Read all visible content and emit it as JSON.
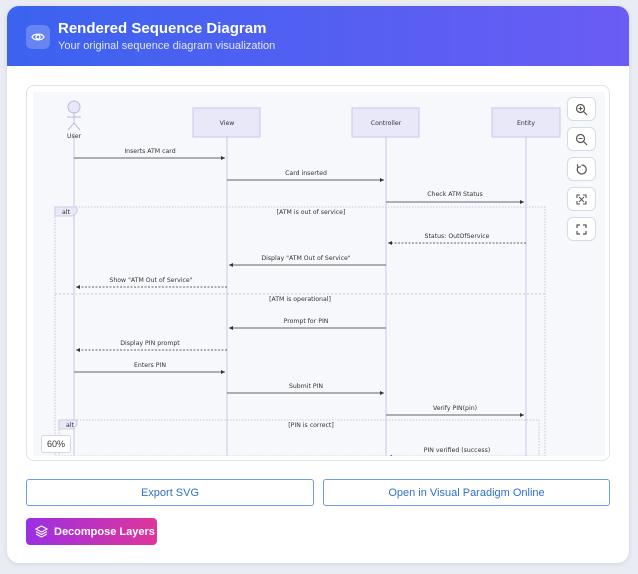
{
  "header": {
    "title": "Rendered Sequence Diagram",
    "subtitle": "Your original sequence diagram visualization",
    "icon": "eye-icon"
  },
  "diagram": {
    "participants": [
      "User",
      "View",
      "Controller",
      "Entity"
    ],
    "messages": [
      {
        "label": "Inserts ATM card",
        "from": "User",
        "to": "View",
        "style": "solid"
      },
      {
        "label": "Card inserted",
        "from": "View",
        "to": "Controller",
        "style": "solid"
      },
      {
        "label": "Check ATM Status",
        "from": "Controller",
        "to": "Entity",
        "style": "solid"
      },
      {
        "label": "Status: OutOfService",
        "from": "Entity",
        "to": "Controller",
        "style": "dashed"
      },
      {
        "label": "Display \"ATM Out of Service\"",
        "from": "Controller",
        "to": "View",
        "style": "solid"
      },
      {
        "label": "Show \"ATM Out of Service\"",
        "from": "View",
        "to": "User",
        "style": "dashed"
      },
      {
        "label": "Prompt for PIN",
        "from": "Controller",
        "to": "View",
        "style": "solid"
      },
      {
        "label": "Display PIN prompt",
        "from": "View",
        "to": "User",
        "style": "dashed"
      },
      {
        "label": "Enters PIN",
        "from": "User",
        "to": "View",
        "style": "solid"
      },
      {
        "label": "Submit PIN",
        "from": "View",
        "to": "Controller",
        "style": "solid"
      },
      {
        "label": "Verify PIN(pin)",
        "from": "Controller",
        "to": "Entity",
        "style": "solid"
      },
      {
        "label": "PIN verified (success)",
        "from": "Entity",
        "to": "Controller",
        "style": "dashed"
      }
    ],
    "fragments": [
      {
        "keyword": "alt",
        "guards": [
          "[ATM is out of service]",
          "[ATM is operational]"
        ]
      },
      {
        "keyword": "alt",
        "guards": [
          "[PIN is correct]"
        ]
      }
    ]
  },
  "toolbar": {
    "zoom_in": "zoom-in-icon",
    "zoom_out": "zoom-out-icon",
    "reset": "reset-icon",
    "fit": "fit-screen-icon",
    "fullscreen": "fullscreen-icon"
  },
  "zoom_level": "60%",
  "actions": {
    "export_svg": "Export SVG",
    "open_vp": "Open in Visual Paradigm Online",
    "decompose": "Decompose Layers"
  },
  "colors": {
    "header_start": "#3b63ef",
    "header_end": "#6a5cf5",
    "participant_fill": "#e8e8f9",
    "lifeline": "#c9c9ee",
    "outline_button": "#2f6fd0",
    "decompose_start": "#9b2fe3",
    "decompose_end": "#e0359a"
  }
}
